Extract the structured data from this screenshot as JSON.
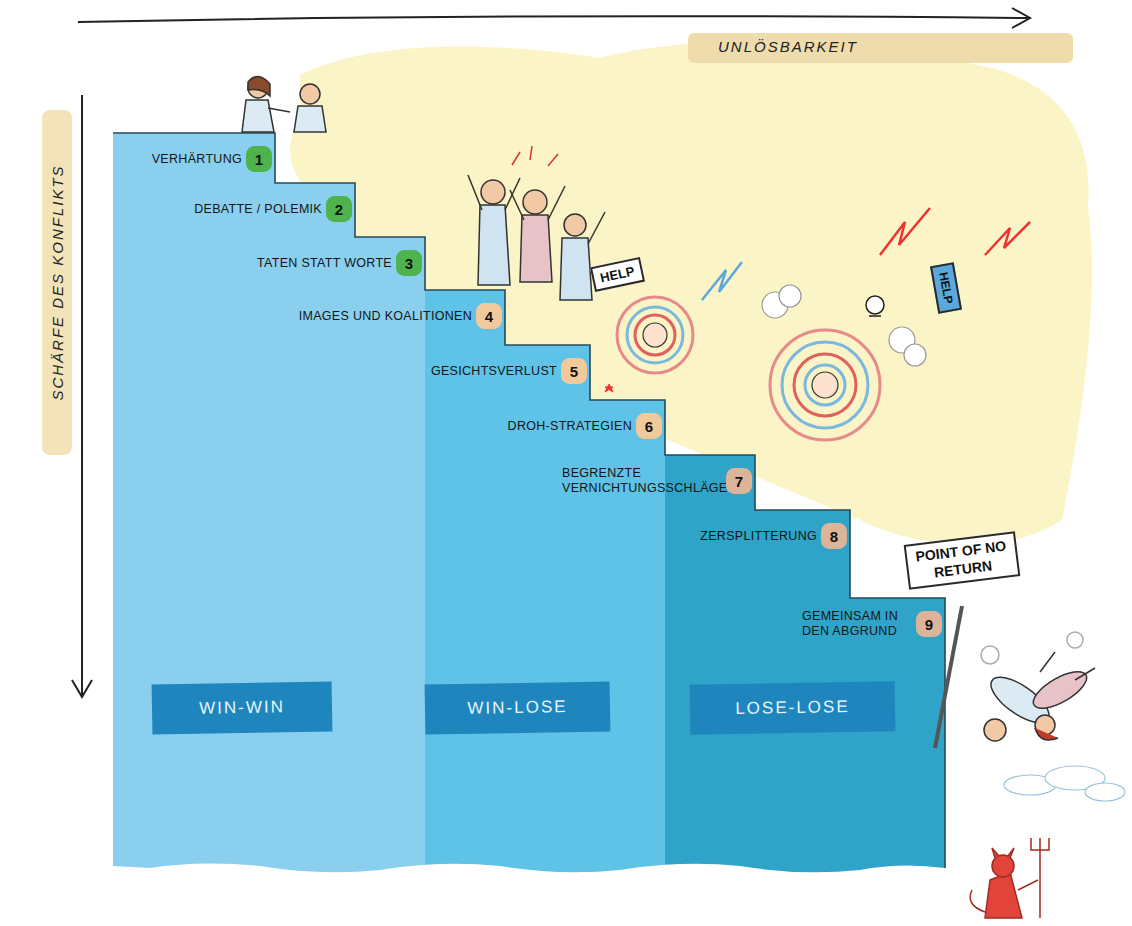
{
  "diagram": {
    "nodes": [
      {
        "text": [
          "VERHÄRTUNG",
          "1"
        ]
      },
      {
        "text": [
          "DEBATTE / POLEMIK",
          "2"
        ]
      },
      {
        "text": [
          "TATEN STATT WORTE",
          "3"
        ]
      },
      {
        "text": [
          "IMAGES UND KOALITIONEN",
          "4"
        ]
      },
      {
        "text": [
          "HELP"
        ]
      },
      {
        "text": [
          "GESICHTSVERLUST",
          "5"
        ]
      },
      {
        "text": [
          "HELP"
        ]
      },
      {
        "text": [
          "DROH-STRATEGIEN",
          "6"
        ]
      },
      {
        "text": [
          "BEGRENZTE VERNICHTUNGSSCHLÄGE",
          "7"
        ]
      },
      {
        "text": [
          "ZERSPLITTERUNG",
          "8"
        ]
      },
      {
        "text": [
          "POINT OF NO RETURN"
        ]
      },
      {
        "text": [
          "GEMEINSAM IN DEN ABGRUND",
          "9"
        ]
      },
      {
        "text": [
          "WIN-WIN"
        ]
      },
      {
        "text": [
          "WIN-LOSE"
        ]
      },
      {
        "text": [
          "LOSE-LOSE"
        ]
      }
    ],
    "labels": [
      "UNLÖSBARKEIT",
      "SCHÄRFE DES KONFLIKTS"
    ]
  }
}
